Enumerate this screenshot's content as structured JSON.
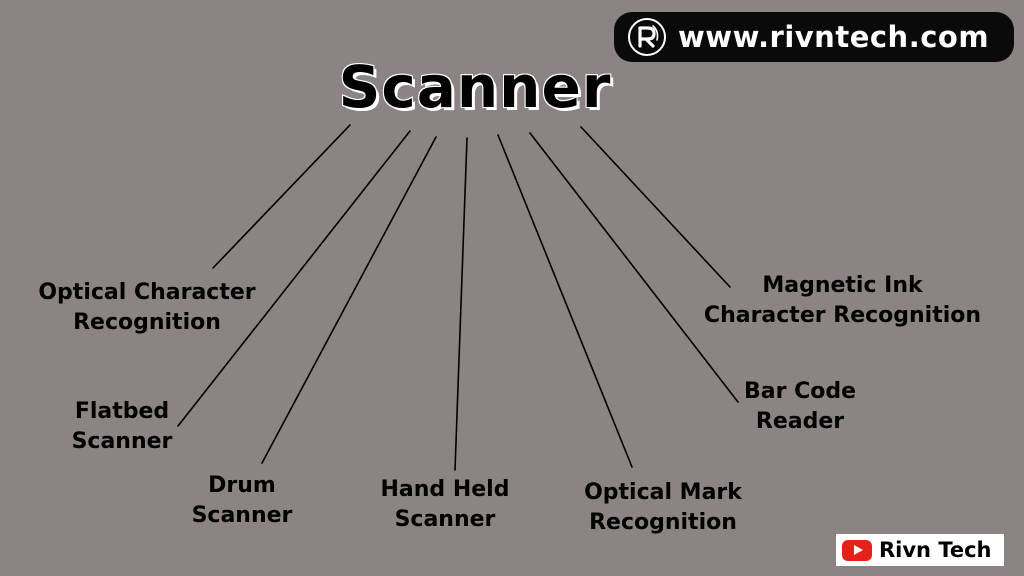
{
  "theme": {
    "background": "#8c8482",
    "line_color": "#000000",
    "text_color": "#000000",
    "badge_background": "#0a0a0a",
    "badge_text": "#ffffff",
    "youtube_red": "#e62117"
  },
  "diagram": {
    "root": "Scanner",
    "children": [
      {
        "id": "ocr",
        "lines": [
          "Optical Character",
          "Recognition"
        ]
      },
      {
        "id": "flat",
        "lines": [
          "Flatbed",
          "Scanner"
        ]
      },
      {
        "id": "drum",
        "lines": [
          "Drum",
          "Scanner"
        ]
      },
      {
        "id": "hand",
        "lines": [
          "Hand Held",
          "Scanner"
        ]
      },
      {
        "id": "omr",
        "lines": [
          "Optical Mark",
          "Recognition"
        ]
      },
      {
        "id": "bar",
        "lines": [
          "Bar Code",
          "Reader"
        ]
      },
      {
        "id": "micr",
        "lines": [
          "Magnetic Ink",
          "Character Recognition"
        ]
      }
    ]
  },
  "branding": {
    "website": "www.rivntech.com",
    "logo_letter": "R",
    "logo_icon": "rivn-logo-icon",
    "channel_icon": "youtube-icon",
    "channel_name": "Rivn Tech"
  }
}
